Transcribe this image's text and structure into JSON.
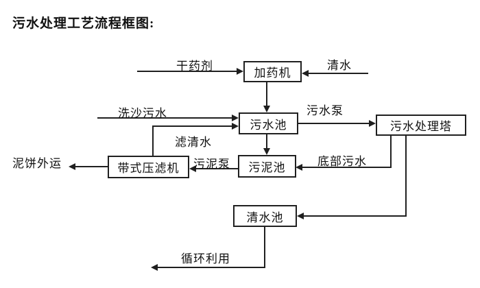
{
  "title": "污水处理工艺流程框图:",
  "nodes": {
    "dosing_machine": "加药机",
    "sewage_pool": "污水池",
    "treatment_tower": "污水处理塔",
    "sludge_pool": "污泥池",
    "belt_filter_press": "带式压滤机",
    "clear_water_pool": "清水池"
  },
  "flow_labels": {
    "dry_agent": "干药剂",
    "clear_water": "清水",
    "sand_washing_sewage": "洗沙污水",
    "sewage_pump": "污水泵",
    "filtered_water": "滤清水",
    "sludge_pump": "污泥泵",
    "bottom_sewage": "底部污水",
    "mud_cake_transport": "泥饼外运",
    "recycle_use": "循环利用"
  },
  "connections": [
    {
      "source": "external",
      "target": "加药机",
      "label": "干药剂"
    },
    {
      "source": "external",
      "target": "加药机",
      "label": "清水"
    },
    {
      "source": "加药机",
      "target": "污水池",
      "label": ""
    },
    {
      "source": "external",
      "target": "污水池",
      "label": "洗沙污水"
    },
    {
      "source": "带式压滤机",
      "target": "污水池",
      "label": "滤清水"
    },
    {
      "source": "污水池",
      "target": "污水处理塔",
      "label": "污水泵"
    },
    {
      "source": "污水池",
      "target": "污泥池",
      "label": ""
    },
    {
      "source": "污水处理塔",
      "target": "污泥池",
      "label": "底部污水"
    },
    {
      "source": "污泥池",
      "target": "带式压滤机",
      "label": "污泥泵"
    },
    {
      "source": "带式压滤机",
      "target": "external",
      "label": "泥饼外运"
    },
    {
      "source": "污水处理塔",
      "target": "清水池",
      "label": ""
    },
    {
      "source": "清水池",
      "target": "external",
      "label": "循环利用"
    }
  ],
  "colors": {
    "line": "#1f1f1f",
    "text": "#111111",
    "background": "#ffffff"
  }
}
